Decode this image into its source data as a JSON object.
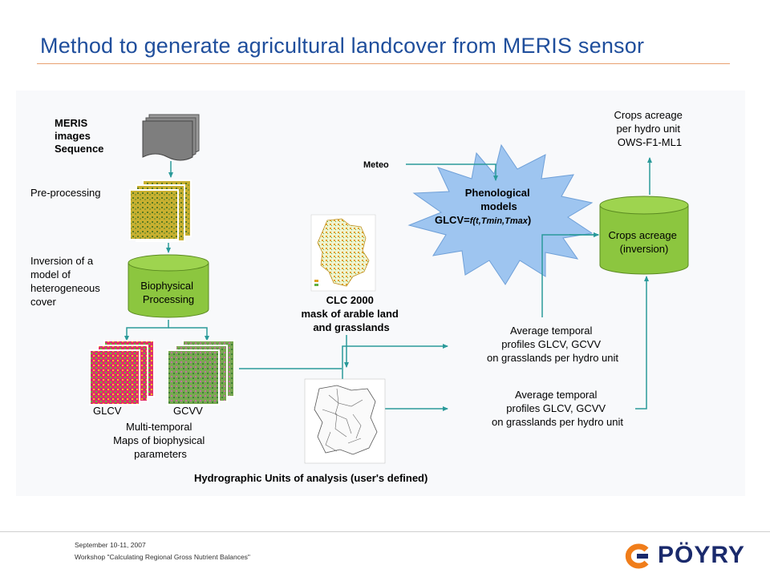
{
  "title": "Method to generate agricultural landcover from MERIS sensor",
  "diagram": {
    "meris_line1": "MERIS",
    "meris_line2": "images",
    "meris_line3": "Sequence",
    "preprocessing": "Pre-processing",
    "inversion_line1": "Inversion of a",
    "inversion_line2": "model of",
    "inversion_line3": "heterogeneous",
    "inversion_line4": "cover",
    "biophysical_line1": "Biophysical",
    "biophysical_line2": "Processing",
    "glcv": "GLCV",
    "gcvv": "GCVV",
    "multitemporal_line1": "Multi-temporal",
    "multitemporal_line2": "Maps of biophysical",
    "multitemporal_line3": "parameters",
    "clc_line1": "CLC 2000",
    "clc_line2": "mask of arable land",
    "clc_line3": "and grasslands",
    "hydrographic": "Hydrographic Units of analysis (user's defined)",
    "meteo": "Meteo",
    "phenological_line1": "Phenological",
    "phenological_line2": "models",
    "phenological_formula_a": "GLCV=",
    "phenological_formula_b": "f(t,Tmin,Tmax",
    "phenological_formula_c": ")",
    "profiles_top_line1": "Average temporal",
    "profiles_top_line2": "profiles GLCV, GCVV",
    "profiles_top_line3": "on grasslands per hydro unit",
    "profiles_bottom_line1": "Average temporal",
    "profiles_bottom_line2": "profiles GLCV, GCVV",
    "profiles_bottom_line3": "on grasslands per hydro unit",
    "crops_out_line1": "Crops acreage",
    "crops_out_line2": "per hydro unit",
    "crops_out_line3": "OWS-F1-ML1",
    "crops_db_line1": "Crops acreage",
    "crops_db_line2": "(inversion)"
  },
  "footer": {
    "date": "September 10-11, 2007",
    "workshop": "Workshop \"Calculating Regional Gross Nutrient Balances\"",
    "logo": "PÖYRY"
  },
  "colors": {
    "title": "#1f4e9c",
    "arrow": "#2a9a9a",
    "cylinder": "#8cc63f",
    "starburst": "#9ec5f0",
    "logo_orange": "#f07d1a",
    "logo_blue": "#1a2a6c"
  }
}
